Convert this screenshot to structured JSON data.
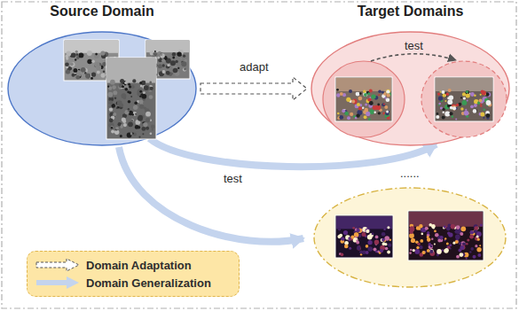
{
  "diagram": {
    "nodes": [
      {
        "text": [
          "Source Domain"
        ]
      },
      {
        "text": [
          "Target Domains"
        ]
      }
    ],
    "edges": [
      {
        "from": 0,
        "to": 1,
        "arrow": "to",
        "label": "adapt"
      },
      {
        "from": 0,
        "to": 1,
        "arrow": "to"
      }
    ],
    "labels": [
      "test",
      "test",
      "......"
    ],
    "legend": [
      {
        "text": "Domain Adaptation"
      },
      {
        "text": "Domain Generalization"
      }
    ]
  }
}
